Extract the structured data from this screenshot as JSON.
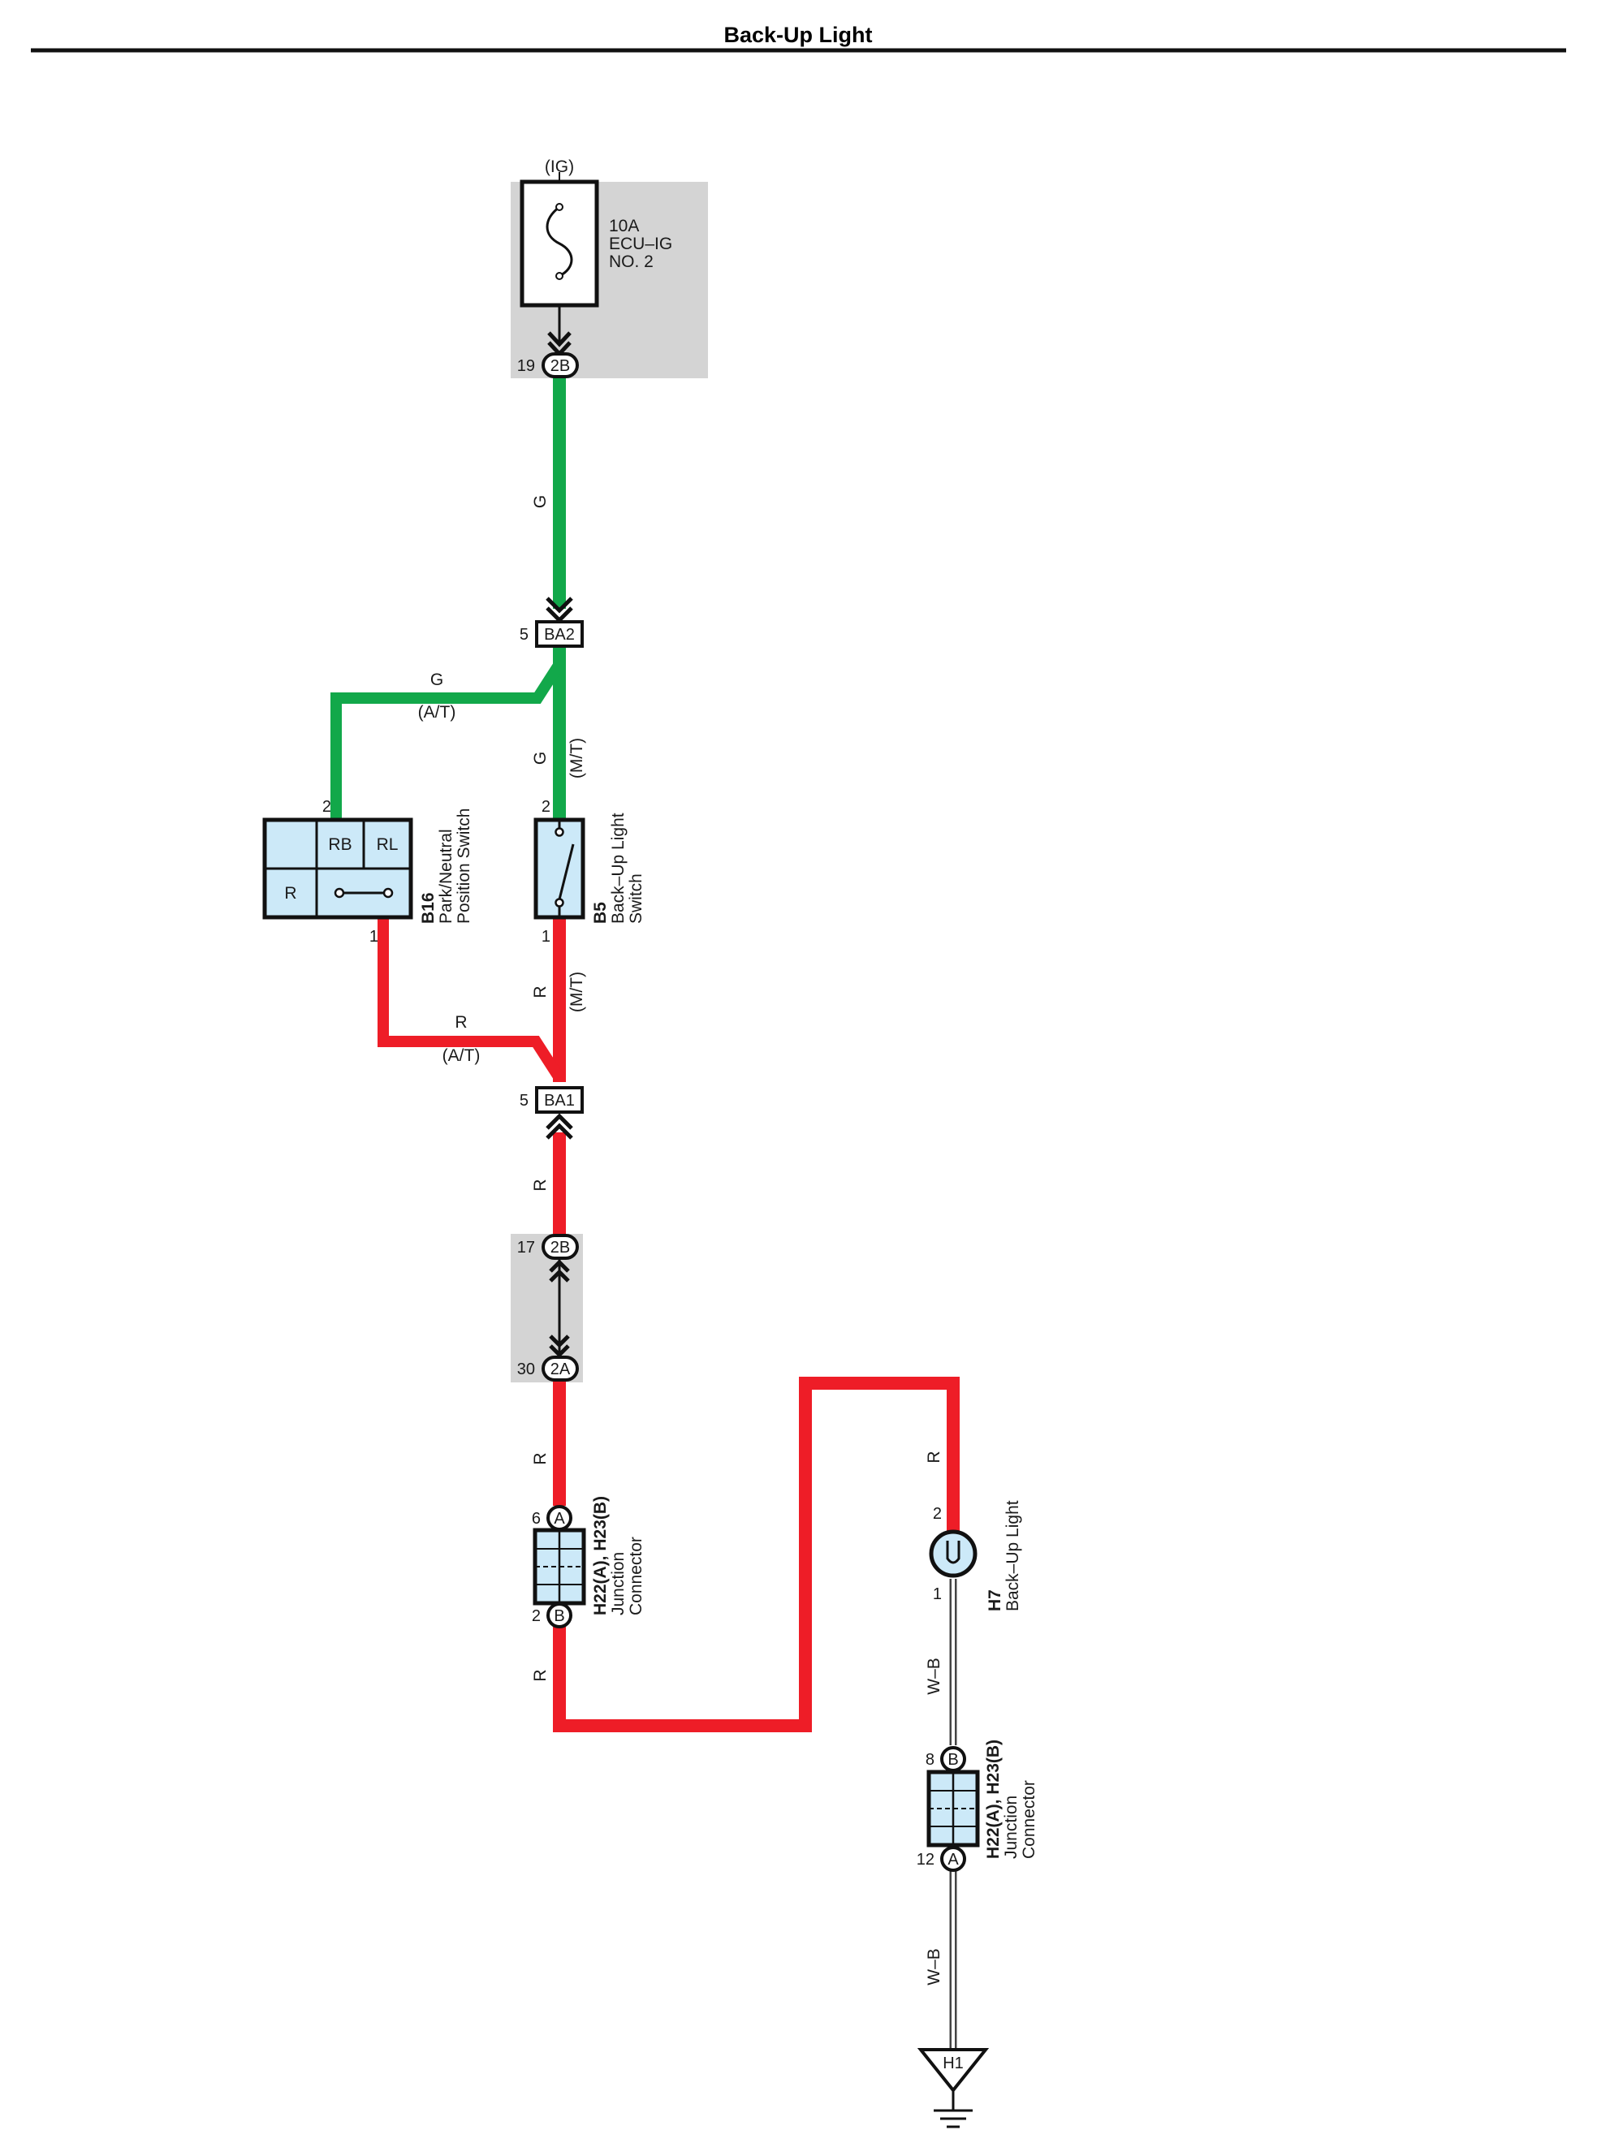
{
  "page": {
    "title": "Back-Up Light"
  },
  "colors": {
    "green": "#12a84a",
    "red": "#ee1d27",
    "wire_wb": "#444444",
    "shade": "#d4d4d4",
    "component_fill": "#cce9f8"
  },
  "power": {
    "source": "(IG)"
  },
  "fuse": {
    "line1": "10A",
    "line2": "ECU–IG",
    "line3": "NO. 2"
  },
  "connectors": {
    "c2B_top": {
      "pin": "19",
      "name": "2B"
    },
    "ba2": {
      "pin": "5",
      "name": "BA2"
    },
    "ba1": {
      "pin": "5",
      "name": "BA1"
    },
    "c2B_mid": {
      "pin": "17",
      "name": "2B"
    },
    "c2A": {
      "pin": "30",
      "name": "2A"
    },
    "jA_left": {
      "pin": "6",
      "name": "A"
    },
    "jB_left": {
      "pin": "2",
      "name": "B"
    },
    "jB_right": {
      "pin": "8",
      "name": "B"
    },
    "jA_right": {
      "pin": "12",
      "name": "A"
    }
  },
  "wires": {
    "g_main": "G",
    "g_at": "G",
    "g_at_variant": "(A/T)",
    "g_mt": "G",
    "g_mt_variant": "(M/T)",
    "r_at": "R",
    "r_at_variant": "(A/T)",
    "r_mt": "R",
    "r_mt_variant": "(M/T)",
    "r_1": "R",
    "r_2": "R",
    "r_3": "R",
    "r_4": "R",
    "wb_1": "W–B",
    "wb_2": "W–B"
  },
  "components": {
    "b16": {
      "code": "B16",
      "name_line1": "Park/Neutral",
      "name_line2": "Position Switch",
      "pin_top": "2",
      "pin_bottom": "1",
      "cells": {
        "rb": "RB",
        "rl": "RL",
        "r": "R"
      }
    },
    "b5": {
      "code": "B5",
      "name_line1": "Back–Up Light",
      "name_line2": "Switch",
      "pin_top": "2",
      "pin_bottom": "1"
    },
    "h7": {
      "code": "H7",
      "name_line1": "Back–Up Light",
      "pin_top": "2",
      "pin_bottom": "1"
    },
    "junction_left": {
      "code": "H22(A), H23(B)",
      "name_line1": "Junction",
      "name_line2": "Connector"
    },
    "junction_right": {
      "code": "H22(A), H23(B)",
      "name_line1": "Junction",
      "name_line2": "Connector"
    },
    "ground": {
      "code": "H1"
    }
  }
}
